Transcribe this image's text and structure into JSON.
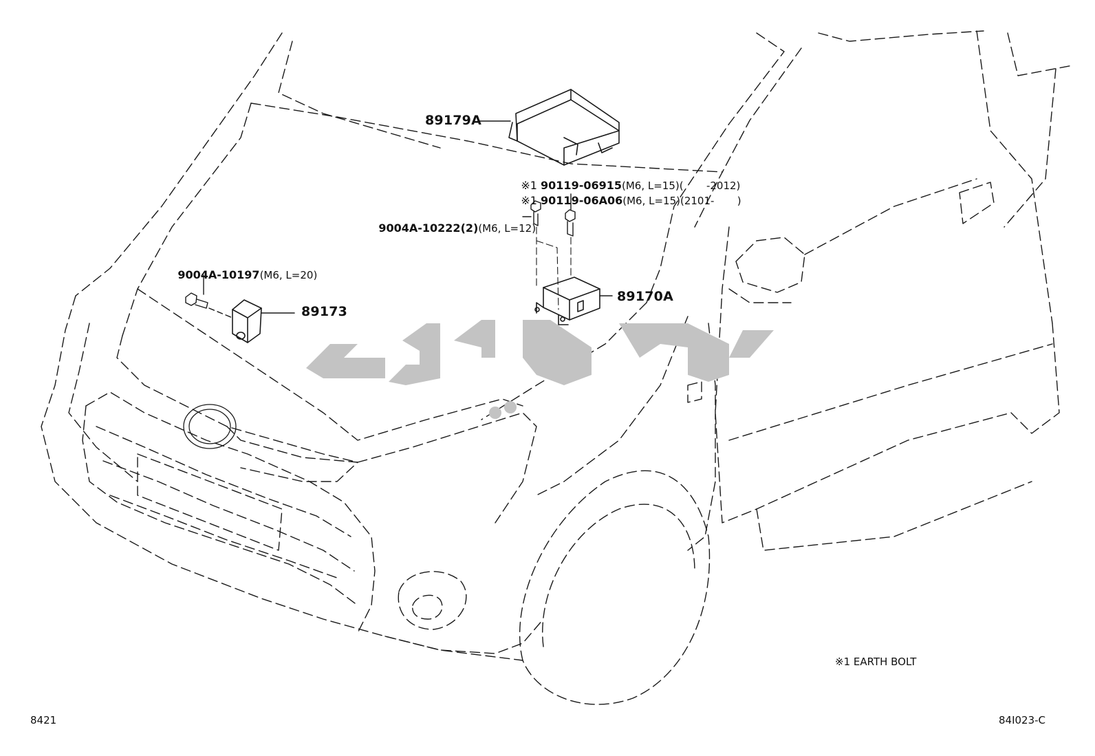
{
  "labels": {
    "ecu_cover": "89179A",
    "airbag_ecu": "89170A",
    "front_sensor": "89173",
    "bolt_sensor_pn": "9004A-10197",
    "bolt_sensor_spec": "(M6, L=20)",
    "bolt_ecu_pn": "9004A-10222",
    "bolt_ecu_qty": "(2)",
    "bolt_ecu_spec": "(M6, L=12)",
    "earth_bolt_1_mark": "※1",
    "earth_bolt_1_pn": "90119-06915",
    "earth_bolt_1_spec": "(M6, L=15)(       -2012)",
    "earth_bolt_2_mark": "※1",
    "earth_bolt_2_pn": "90119-06A06",
    "earth_bolt_2_spec": "(M6, L=15)(2101-       )"
  },
  "legend": {
    "note": "※1 EARTH BOLT"
  },
  "footer": {
    "left_code": "8421",
    "right_code": "84I023-C"
  },
  "colors": {
    "line": "#1a1a1a",
    "watermark": "#c3c3c3"
  },
  "watermark_text": "پارت کو"
}
